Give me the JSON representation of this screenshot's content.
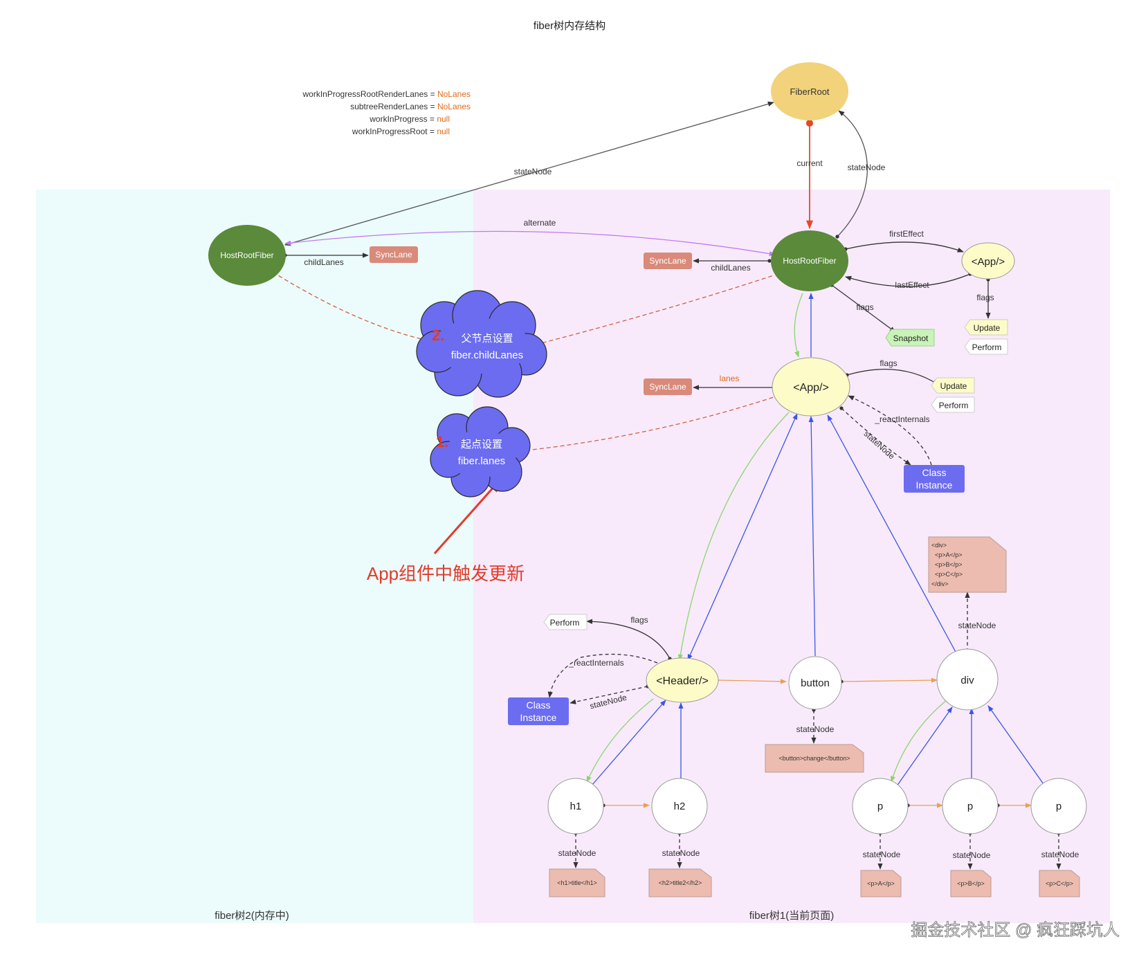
{
  "title": "fiber树内存结构",
  "globals": [
    {
      "name": "workInProgressRootRenderLanes = ",
      "value": "NoLanes"
    },
    {
      "name": "subtreeRenderLanes = ",
      "value": "NoLanes"
    },
    {
      "name": "workInProgress = ",
      "value": "null"
    },
    {
      "name": "workInProgressRoot = ",
      "value": "null"
    }
  ],
  "nodes": {
    "fiber_root": "FiberRoot",
    "host_root_left": "HostRootFiber",
    "host_root_right": "HostRootFiber",
    "app_effect": "<App/>",
    "app": "<App/>",
    "header": "<Header/>",
    "button": "button",
    "div": "div",
    "h1": "h1",
    "h2": "h2",
    "p1": "p",
    "p2": "p",
    "p3": "p"
  },
  "tags": {
    "sync_lane": "SyncLane",
    "snapshot": "Snapshot",
    "update": "Update",
    "perform": "Perform",
    "class_instance_line1": "Class",
    "class_instance_line2": "Instance"
  },
  "edges": {
    "state_node": "stateNode",
    "current": "current",
    "alternate": "alternate",
    "child_lanes": "childLanes",
    "first_effect": "firstEffect",
    "last_effect": "lastEffect",
    "flags": "flags",
    "lanes": "lanes",
    "react_internals": "_reactInternals"
  },
  "docs": {
    "div_lines": [
      "<div>",
      "  <p>A</p>",
      "  <p>B</p>",
      "  <p>C</p>",
      "</div>"
    ],
    "button_doc": "<button>change</button>",
    "h1_doc": "<h1>title</h1>",
    "h2_doc": "<h2>title2</h2>",
    "pa_doc": "<p>A</p>",
    "pb_doc": "<p>B</p>",
    "pc_doc": "<p>C</p>"
  },
  "clouds": {
    "step2_num": "2.",
    "step2_title": "父节点设置",
    "step2_sub": "fiber.childLanes",
    "step1_num": "1.",
    "step1_title": "起点设置",
    "step1_sub": "fiber.lanes"
  },
  "annotation": "App组件中触发更新",
  "regions": {
    "left_label": "fiber树2(内存中)",
    "right_label": "fiber树1(当前页面)"
  },
  "watermark": "掘金技术社区 @ 疯狂踩坑人",
  "colors": {
    "left_bg": "#ecfbfb",
    "right_bg": "#f8eafb",
    "host_root": "#5a8a3a",
    "fiber_root": "#f2d27a",
    "app_node": "#fdfcc8",
    "sync_lane": "#d98a7a",
    "cloud": "#6c6cf0",
    "class_instance": "#6c6cf0",
    "doc_fill": "#ecbcb0",
    "orange_text": "#e06a1a",
    "red": "#e33a2a"
  }
}
